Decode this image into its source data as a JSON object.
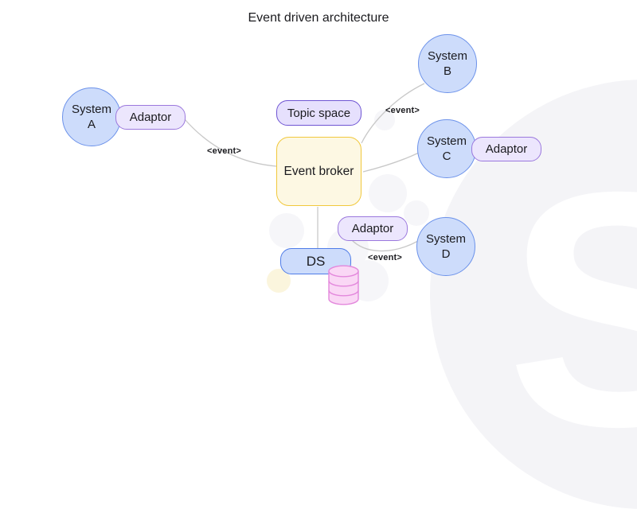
{
  "title": "Event driven architecture",
  "nodes": {
    "system_a": "System A",
    "system_b": "System B",
    "system_c": "System C",
    "system_d": "System D",
    "adaptor_a": "Adaptor",
    "adaptor_c": "Adaptor",
    "adaptor_d": "Adaptor",
    "topic_space": "Topic space",
    "event_broker": "Event broker",
    "ds": "DS"
  },
  "edge_labels": {
    "a_to_broker": "<event>",
    "broker_to_b": "<event>",
    "adaptor_to_d": "<event>"
  },
  "icons": {
    "database": "database-cylinder"
  },
  "colors": {
    "system_fill": "#cddcfb",
    "system_border": "#6c92ea",
    "adaptor_fill": "#ece6fd",
    "adaptor_border": "#9b78dd",
    "topic_fill": "#e6e0fd",
    "topic_border": "#6f55d3",
    "broker_fill": "#fdf8e3",
    "broker_border": "#f1c83c",
    "ds_fill": "#cddcfb",
    "ds_border": "#4f7ce8",
    "database_fill": "#fad7f5",
    "database_border": "#e388dc",
    "edge_stroke": "#c8c8c8",
    "watermark": "#f4f4f7"
  }
}
